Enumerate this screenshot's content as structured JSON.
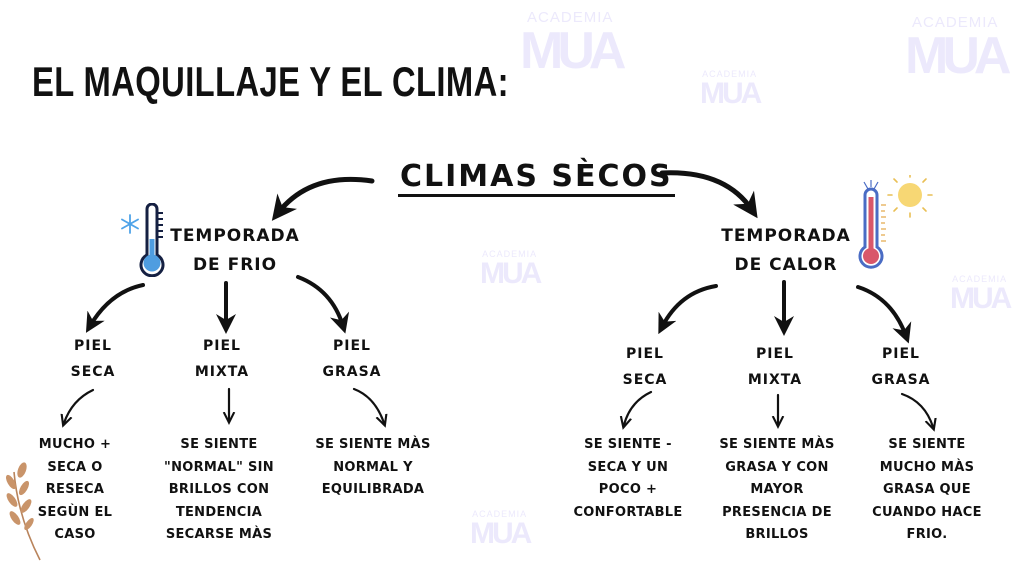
{
  "watermark": {
    "top_text": "ACADEMIA",
    "logo_text": "MUA",
    "color": "#e6e3fb"
  },
  "title": "EL MAQUILLAJE Y EL CLIMA:",
  "main_node": "CLIMAS SÈCOS",
  "seasons": [
    {
      "label_line1": "TEMPORADA",
      "label_line2": "DE FRIO",
      "icon": "thermometer-cold-icon",
      "icon_color": "#4f9de0",
      "skins": [
        {
          "line1": "PIEL",
          "line2": "SECA",
          "description": [
            "MUCHO +",
            "SECA O",
            "RESECA",
            "SEGÙN EL",
            "CASO"
          ]
        },
        {
          "line1": "PIEL",
          "line2": "MIXTA",
          "description": [
            "SE SIENTE",
            "\"NORMAL\" SIN",
            "BRILLOS CON",
            "TENDENCIA",
            "SECARSE MÀS"
          ]
        },
        {
          "line1": "PIEL",
          "line2": "GRASA",
          "description": [
            "SE SIENTE MÀS",
            "NORMAL Y",
            "EQUILIBRADA"
          ]
        }
      ]
    },
    {
      "label_line1": "TEMPORADA",
      "label_line2": "DE CALOR",
      "icon": "thermometer-hot-icon",
      "icon_color": "#d9576a",
      "skins": [
        {
          "line1": "PIEL",
          "line2": "SECA",
          "description": [
            "SE SIENTE -",
            "SECA Y UN",
            "POCO +",
            "CONFORTABLE"
          ]
        },
        {
          "line1": "PIEL",
          "line2": "MIXTA",
          "description": [
            "SE SIENTE MÀS",
            "GRASA Y CON",
            "MAYOR",
            "PRESENCIA DE",
            "BRILLOS"
          ]
        },
        {
          "line1": "PIEL",
          "line2": "GRASA",
          "description": [
            "SE SIENTE",
            "MUCHO MÀS",
            "GRASA QUE",
            "CUANDO HACE",
            "FRIO."
          ]
        }
      ]
    }
  ],
  "colors": {
    "sun": "#f7d774",
    "thermo_frame": "#4a6cc4",
    "branch": "#b9845c",
    "ink": "#111111"
  }
}
